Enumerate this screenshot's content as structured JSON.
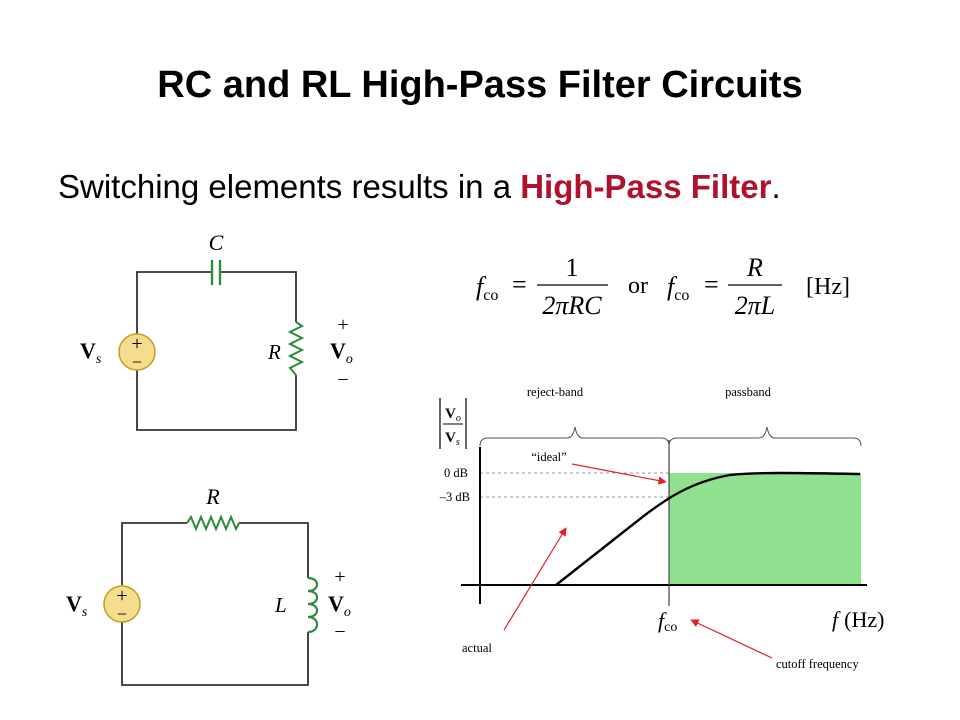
{
  "title": "RC and RL High-Pass Filter Circuits",
  "subtitle": {
    "before": "Switching elements results in a ",
    "highlight": "High-Pass Filter",
    "after": "."
  },
  "colors": {
    "highlight": "#b0122e",
    "passband_fill": "#8fe08f",
    "arrow": "#e0202a",
    "source_fill": "#f6dd8e",
    "component": "#2e8b3a"
  },
  "rc_circuit": {
    "capacitor_label": "C",
    "resistor_label": "R",
    "source_label": "V",
    "source_sub": "s",
    "source_plus": "+",
    "source_minus": "−",
    "output_label": "V",
    "output_sub": "o",
    "output_plus": "+",
    "output_minus": "−"
  },
  "rl_circuit": {
    "resistor_label": "R",
    "inductor_label": "L",
    "source_label": "V",
    "source_sub": "s",
    "source_plus": "+",
    "source_minus": "−",
    "output_label": "V",
    "output_sub": "o",
    "output_plus": "+",
    "output_minus": "−"
  },
  "formula": {
    "lhs1": "f",
    "lhs1_sub": "co",
    "eq": "=",
    "num1": "1",
    "den1": "2πRC",
    "or": "or",
    "lhs2": "f",
    "lhs2_sub": "co",
    "num2": "R",
    "den2": "2πL",
    "unit": "[Hz]"
  },
  "response": {
    "ylabel_top": "V",
    "ylabel_top_sub": "o",
    "ylabel_bottom": "V",
    "ylabel_bottom_sub": "s",
    "reject_band": "reject-band",
    "passband": "passband",
    "ideal": "“ideal”",
    "zero_db": "0 dB",
    "minus3_db": "–3 dB",
    "fco": "f",
    "fco_sub": "co",
    "xlabel_f": "f",
    "xlabel_unit": "(Hz)",
    "actual": "actual",
    "cutoff_frequency": "cutoff frequency"
  }
}
